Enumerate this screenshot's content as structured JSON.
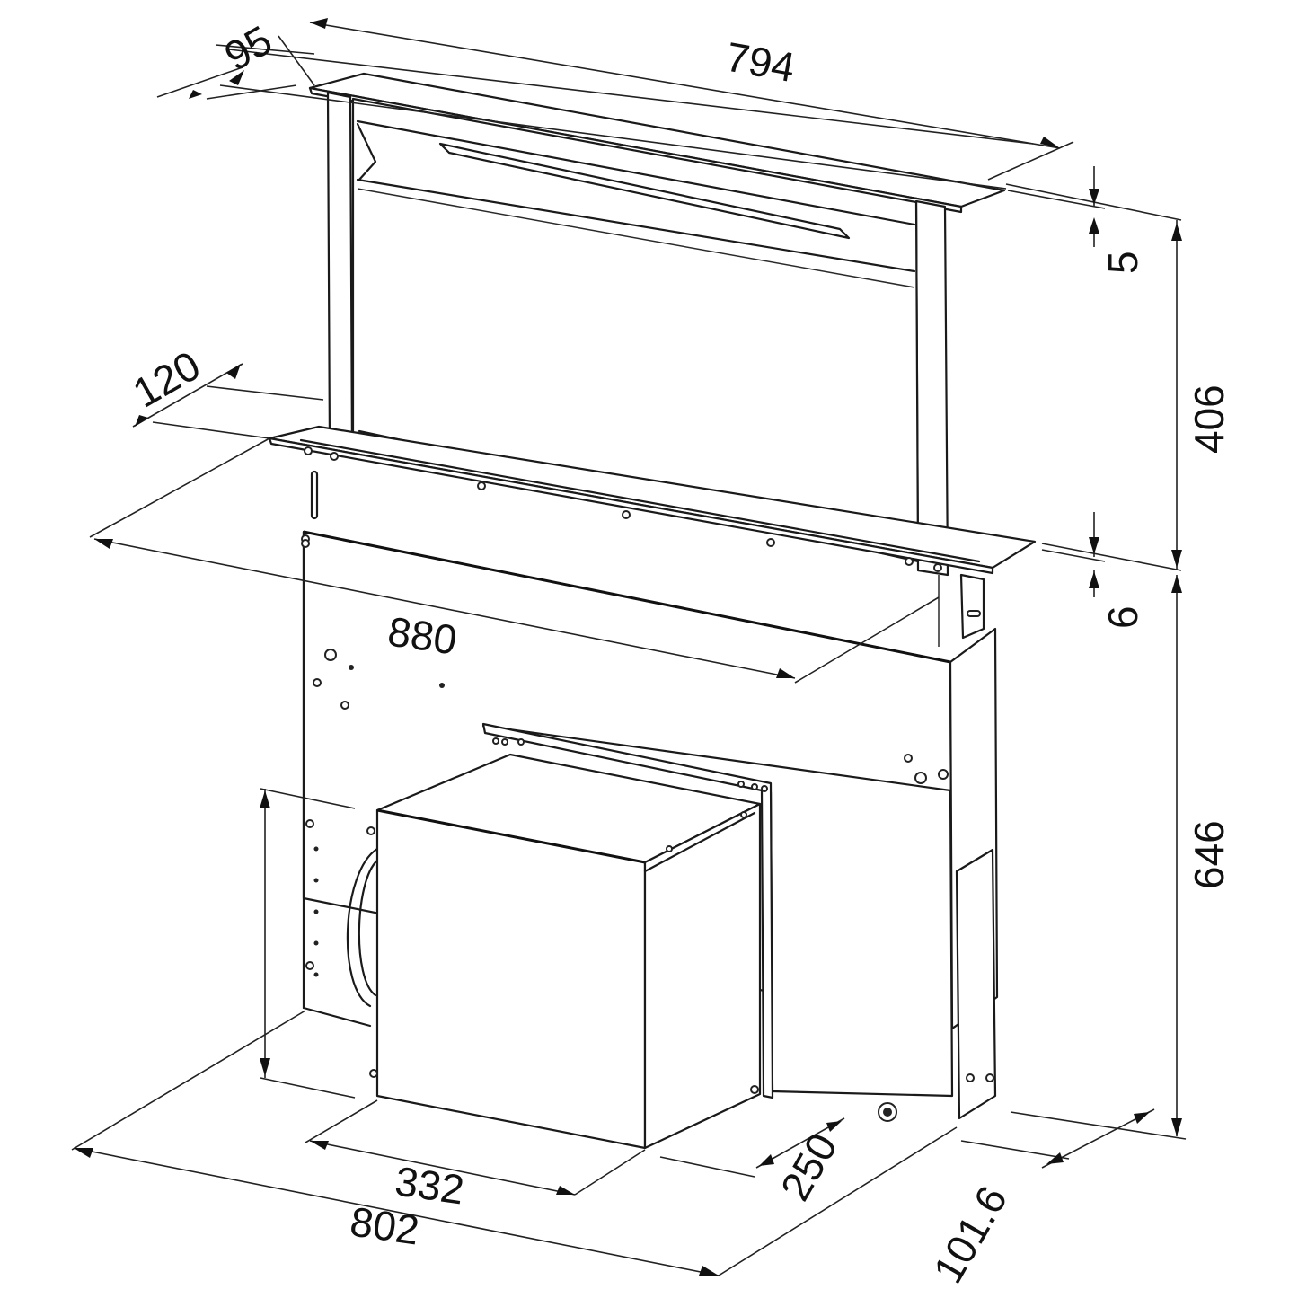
{
  "drawing": {
    "subject": "Downdraft extractor hood – dimensional drawing",
    "units": "mm",
    "colors": {
      "line": "#1a1a1a",
      "background": "#ffffff"
    }
  },
  "dimensions": {
    "top_depth": "95",
    "top_width": "794",
    "top_cap_thickness": "5",
    "raised_height": "406",
    "flange_depth": "120",
    "flange_width": "880",
    "flange_thickness": "6",
    "body_height": "646",
    "motor_width": "332",
    "motor_depth": "250",
    "body_width": "802",
    "body_depth": "101.6"
  }
}
